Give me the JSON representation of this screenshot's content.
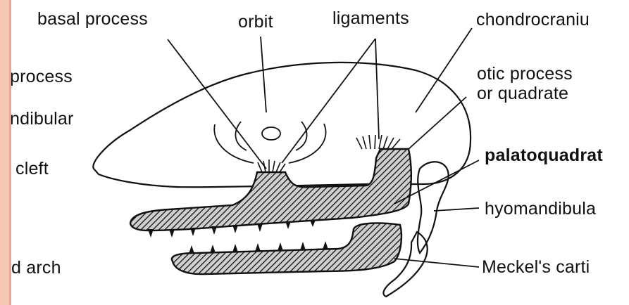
{
  "labels": {
    "basal_process": "basal process",
    "orbit": "orbit",
    "ligaments": "ligaments",
    "chondrocranium": "chondrocraniu",
    "process_left": "process",
    "otic_process_1": "otic process",
    "otic_process_2": "or quadrate",
    "mandibular": "ndibular",
    "palatoquadrate": "palatoquadrat",
    "cleft": "cleft",
    "hyomandibular": "hyomandibula",
    "arch": "d arch",
    "meckels": "Meckel's carti"
  },
  "colors": {
    "accent_bar": "#f6c8b4",
    "ink": "#111111"
  }
}
